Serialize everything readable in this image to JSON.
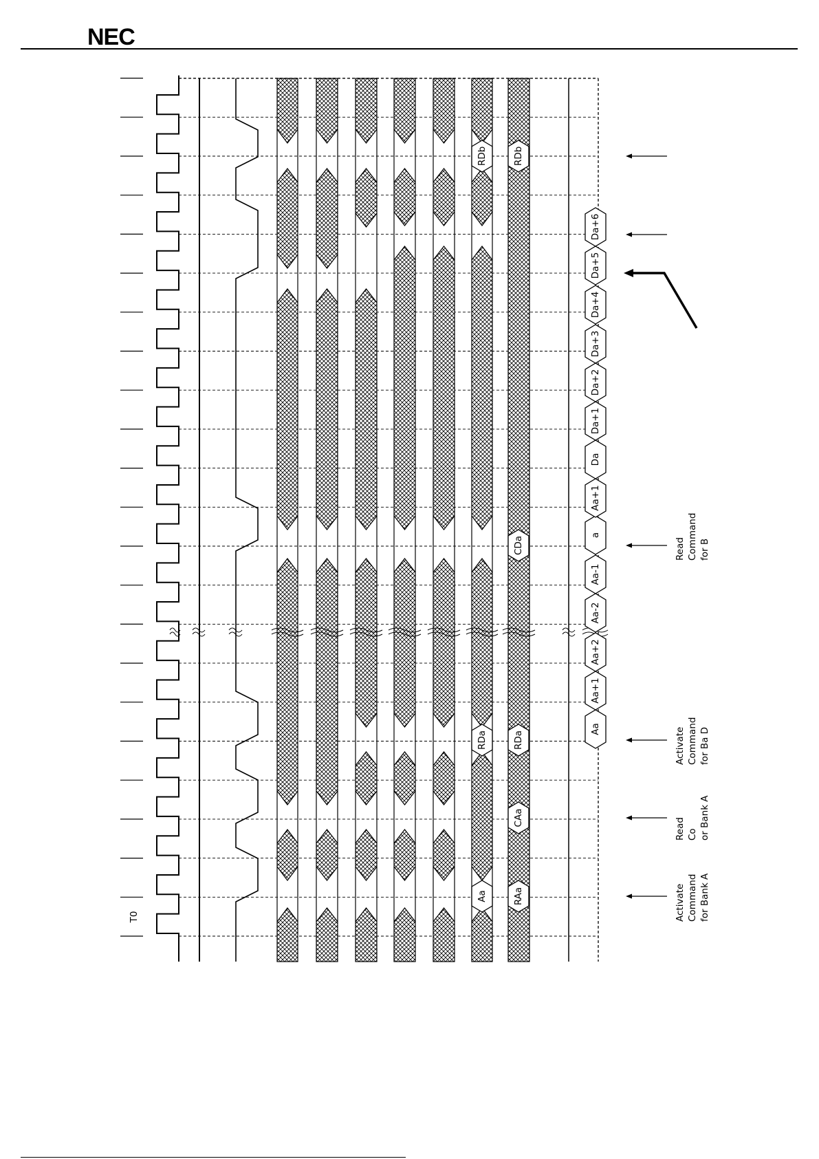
{
  "brand": {
    "logo_text": "NEC"
  },
  "diagram": {
    "start_clock_label": "T0",
    "signal_lanes": [
      {
        "name": "clock",
        "kind": "clock"
      },
      {
        "name": "level-a",
        "kind": "level"
      },
      {
        "name": "strobe",
        "kind": "pulse"
      },
      {
        "name": "cmd-1",
        "kind": "bus"
      },
      {
        "name": "cmd-2",
        "kind": "bus"
      },
      {
        "name": "cmd-3",
        "kind": "bus"
      },
      {
        "name": "cmd-4",
        "kind": "bus"
      },
      {
        "name": "cmd-5",
        "kind": "bus"
      },
      {
        "name": "addr-1",
        "kind": "bus"
      },
      {
        "name": "addr-2",
        "kind": "bus"
      },
      {
        "name": "level-b",
        "kind": "level"
      },
      {
        "name": "data-out",
        "kind": "data"
      }
    ],
    "lane_labels": {
      "lane8": [
        "Aa",
        "RDa",
        "RDb"
      ],
      "lane9": [
        "RAa",
        "CAa",
        "RDa",
        "CDa",
        "RDb"
      ]
    },
    "data_labels": [
      "Aa",
      "Aa+1",
      "Aa+2",
      "Aa-2",
      "Aa-1",
      "a",
      "Aa+1",
      "Da",
      "Da+1",
      "Da+2",
      "Da+3",
      "Da+4",
      "Da+5",
      "Da+6"
    ],
    "annotations": [
      {
        "lines": [
          "Activate",
          "Command",
          "for Bank A"
        ]
      },
      {
        "lines": [
          "Read",
          "Co",
          "or Bank A"
        ]
      },
      {
        "lines": [
          "Activate",
          "Command",
          "for Ba    D"
        ]
      },
      {
        "lines": [
          "Read",
          "Command",
          "for B"
        ]
      }
    ]
  }
}
